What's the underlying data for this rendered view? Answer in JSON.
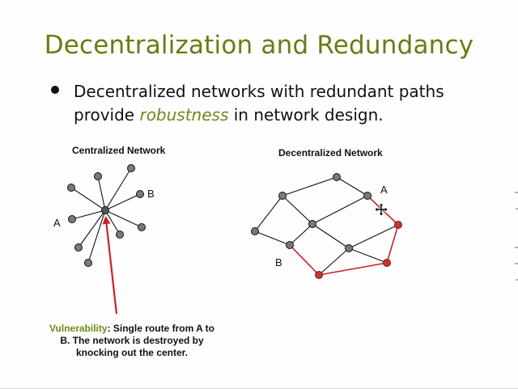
{
  "slide": {
    "title": "Decentralization and Redundancy",
    "bullet": {
      "before": "Decentralized networks with redundant paths provide ",
      "emphasis": "robustness",
      "after": " in network design."
    }
  },
  "centralized": {
    "label": "Centralized Network",
    "node_a": "A",
    "node_b": "B"
  },
  "decentralized": {
    "label": "Decentralized Network",
    "node_a": "A",
    "node_b": "B"
  },
  "caption": {
    "keyword": "Vulnerability",
    "text": ": Single route from A to B.  The network is destroyed by knocking out the center."
  },
  "colors": {
    "title": "#6b7b12",
    "emphasis": "#6b8a18",
    "route": "#cc1f2a",
    "node": "#7a7a7a",
    "route_node": "#c0392b"
  },
  "icons": {
    "cursor": "move-cursor-icon"
  }
}
